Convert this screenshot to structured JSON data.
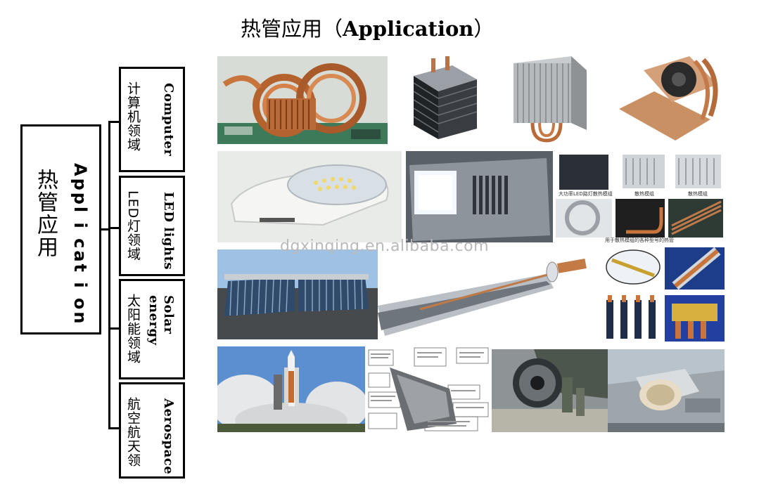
{
  "title": {
    "cn": "热管应用（",
    "en": "Application",
    "close": "）"
  },
  "main": {
    "cn": "热管应用",
    "en": "Appl i cat i on"
  },
  "categories": [
    {
      "cn": "计算机领域",
      "en": "Computer"
    },
    {
      "cn": "LED灯领域",
      "en": "LED lights"
    },
    {
      "cn": "太阳能领域",
      "en": "Solar energy"
    },
    {
      "cn": "航空航天领",
      "en": "Aerospace"
    }
  ],
  "watermark": "dgxinqing.en.alibaba.com",
  "photo_captions": {
    "led_parts_1": "大功率LED路灯散热模组",
    "led_parts_2": "散热模组",
    "led_parts_3": "散热模组",
    "led_parts_bottom": "用于散热模组的各种型号的热管"
  }
}
